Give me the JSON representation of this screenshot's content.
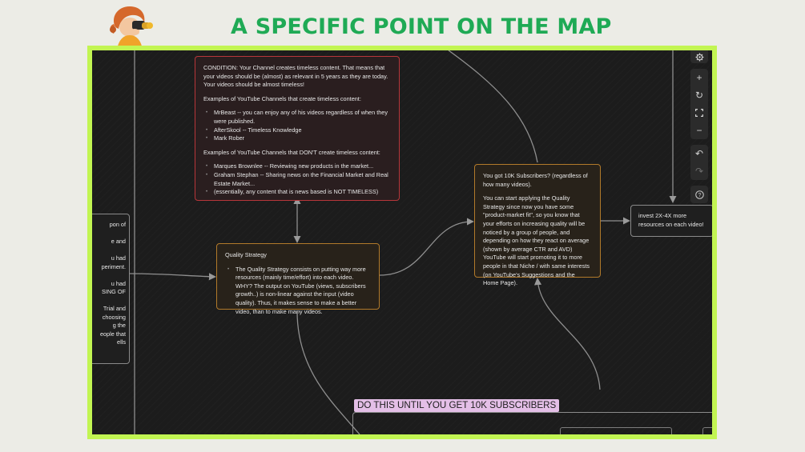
{
  "header": {
    "title": "A SPECIFIC POINT ON THE MAP",
    "mascot_icon": "binoculars-girl-icon"
  },
  "colors": {
    "background": "#ecece6",
    "title": "#1faa55",
    "frame_border": "#c2f552",
    "canvas": "#1c1c1c",
    "node_red": "#b8363a",
    "node_orange": "#b27a2a",
    "node_grey": "#8a8a8a",
    "banner": "#e4bfe7"
  },
  "canvas": {
    "left_node_fragments": [
      "pon of",
      "",
      "e and",
      "",
      "u had",
      "periment.",
      "",
      "u had",
      "SING OF",
      "",
      "Trial and",
      "choosing",
      "g the",
      "eople that",
      "ells"
    ],
    "quality_strategy": {
      "title": "Quality Strategy",
      "bullets": [
        "The Quality Strategy consists on putting way more resources (mainly time/effort) into each video. WHY? The output on YouTube (views, subscribers growth..) is non-linear against the input (video quality). Thus, it makes sense to make a better video, than to make many videos."
      ]
    },
    "condition": {
      "intro": "CONDITION: Your Channel creates timeless content. That means that your videos should be (almost) as relevant in 5 years as they are today. Your videos should be almost timeless!",
      "examples_title": "Examples of YouTube Channels that create timeless content:",
      "examples": [
        "MrBeast -- you can enjoy any of his videos regardless of when they were published.",
        "AfterSkool -- Timeless Knowledge",
        "Mark Rober"
      ],
      "counter_title": "Examples of YouTube Channels that DON'T create timeless content:",
      "counter_examples": [
        "Marques Brownlee -- Reviewing new products in the market...",
        "Graham Stephan -- Sharing news on the Financial Market and Real Estate Market...",
        "(essentially, any content that is news based is NOT TIMELESS)"
      ]
    },
    "ten_k": {
      "title": "You got 10K Subscribers? (regardless of how many videos).",
      "body": "You can start applying the Quality Strategy since now you have some \"product-market fit\", so you know that your efforts on increasing quality will be noticed by a group of people, and depending on how they react on average (shown by average CTR and AVD) YouTube will start promoting it to more people in that Niche / with same interests (on YouTube's Suggestions and the Home Page)."
    },
    "invest": {
      "text": "invest 2X-4X more resources on each video!"
    },
    "banner": "DO THIS UNTIL YOU GET 10K SUBSCRIBERS"
  },
  "controls": [
    {
      "name": "settings",
      "icon": "gear-icon",
      "glyph": "⚙"
    },
    {
      "name": "zoom-in",
      "icon": "plus-icon",
      "glyph": "+"
    },
    {
      "name": "reset-view",
      "icon": "refresh-icon",
      "glyph": "↻"
    },
    {
      "name": "fit-screen",
      "icon": "fullscreen-icon",
      "glyph": "⛶"
    },
    {
      "name": "zoom-out",
      "icon": "minus-icon",
      "glyph": "−"
    },
    {
      "name": "undo",
      "icon": "undo-icon",
      "glyph": "↶"
    },
    {
      "name": "redo",
      "icon": "redo-icon",
      "glyph": "↷"
    },
    {
      "name": "help",
      "icon": "help-icon",
      "glyph": "?"
    }
  ]
}
